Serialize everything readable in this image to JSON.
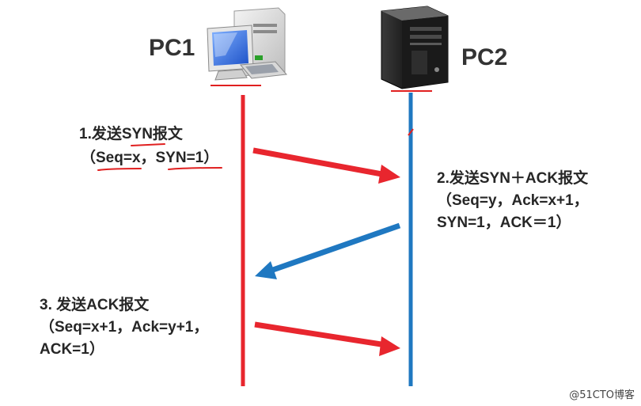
{
  "nodes": {
    "pc1": {
      "label": "PC1"
    },
    "pc2": {
      "label": "PC2"
    }
  },
  "colors": {
    "red": "#e8262e",
    "blue": "#1f78c1",
    "annotation_red": "#e02020",
    "text": "#262626"
  },
  "steps": [
    {
      "title": "1.发送SYN报文",
      "line2": "（Seq=x，SYN=1）",
      "direction": "pc1-to-pc2",
      "color": "red"
    },
    {
      "title": "2.发送SYN＋ACK报文",
      "line2": "（Seq=y，Ack=x+1，",
      "line3": "SYN=1，ACK＝1）",
      "direction": "pc2-to-pc1",
      "color": "blue"
    },
    {
      "title": "3. 发送ACK报文",
      "line2": "（Seq=x+1，Ack=y+1，",
      "line3": "ACK=1）",
      "direction": "pc1-to-pc2",
      "color": "red"
    }
  ],
  "watermark": "@51CTO博客",
  "icons": {
    "pc1": "desktop-computer-icon",
    "pc2": "server-tower-icon"
  }
}
